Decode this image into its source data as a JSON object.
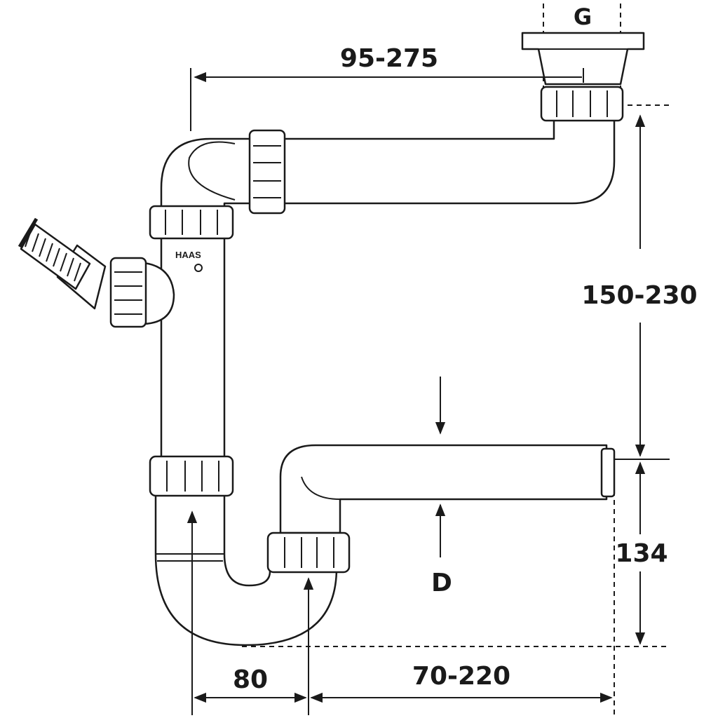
{
  "labels": {
    "g": "G",
    "d": "D",
    "horizontal_top": "95-275",
    "vertical_upper": "150-230",
    "vertical_lower": "134",
    "bottom_left": "80",
    "bottom_right": "70-220"
  },
  "brand": {
    "name": "HAAS"
  },
  "colors": {
    "line": "#1a1a1a",
    "background": "#ffffff"
  }
}
